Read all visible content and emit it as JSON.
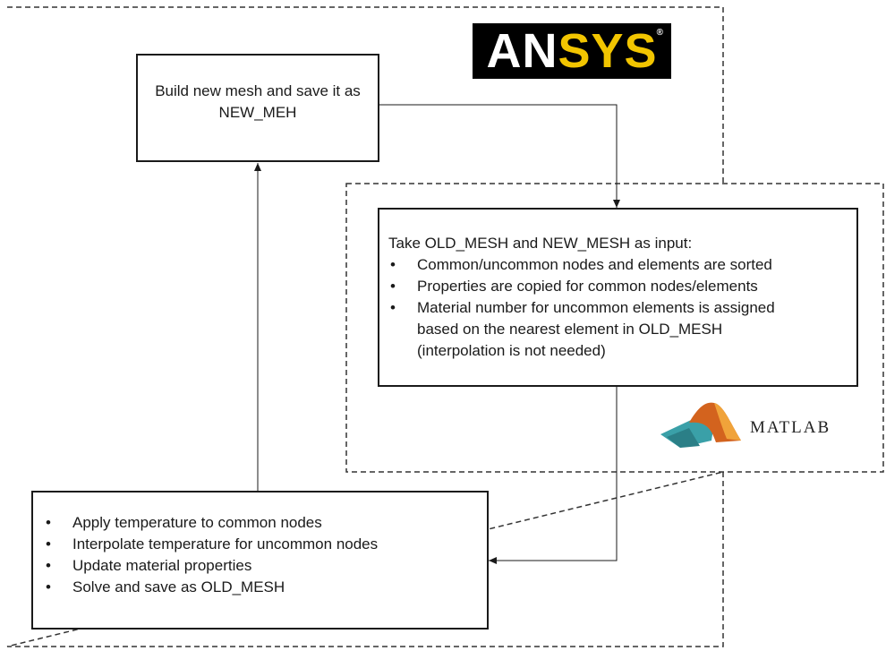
{
  "logos": {
    "ansys_part1": "AN",
    "ansys_part2": "SYS",
    "ansys_reg": "®",
    "matlab": "MATLAB"
  },
  "boxes": {
    "build_mesh": {
      "text": "Build new mesh and save it as NEW_MEH"
    },
    "matlab_step": {
      "heading": "Take OLD_MESH and NEW_MESH as input:",
      "items": [
        "Common/uncommon nodes and elements are sorted",
        "Properties are copied for common nodes/elements",
        "Material number for uncommon elements is assigned based on the nearest element in OLD_MESH (interpolation is not needed)"
      ]
    },
    "solve_step": {
      "items": [
        "Apply temperature to common nodes",
        "Interpolate temperature for uncommon nodes",
        "Update material properties",
        "Solve and save as OLD_MESH"
      ]
    }
  },
  "colors": {
    "ansys_yellow": "#f2c500",
    "line": "#1a1a1a"
  }
}
